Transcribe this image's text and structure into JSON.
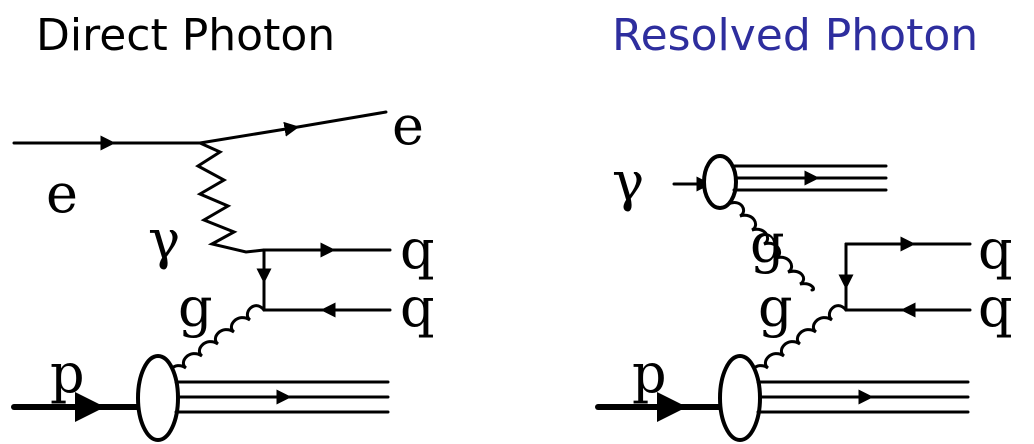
{
  "titles": {
    "direct": "Direct Photon",
    "resolved": "Resolved Photon"
  },
  "colors": {
    "direct_title": "#000000",
    "resolved_title": "#2e2e9e"
  },
  "direct": {
    "labels": {
      "electron_in": "e",
      "electron_out": "e",
      "photon": "γ",
      "gluon": "g",
      "proton": "p",
      "quark_top": "q",
      "quark_bottom": "q"
    }
  },
  "resolved": {
    "labels": {
      "photon": "γ",
      "gluon_top": "g",
      "gluon_bottom": "g",
      "proton": "p",
      "quark_top": "q",
      "quark_bottom": "q"
    }
  }
}
